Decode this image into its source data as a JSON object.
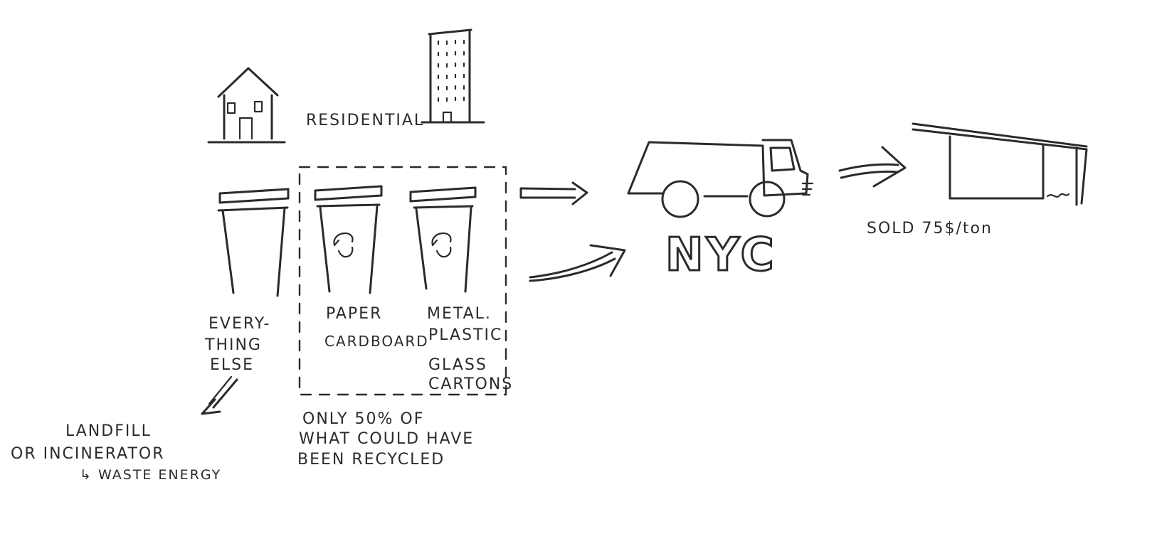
{
  "labels": {
    "residential": "RESIDENTIAL",
    "everything_else_1": "EVERY-",
    "everything_else_2": "THING",
    "everything_else_3": "ELSE",
    "paper_1": "PAPER",
    "paper_2": "CARDBOARD",
    "metal_1": "METAL.",
    "metal_2": "PLASTIC",
    "metal_3": "GLASS",
    "metal_4": "CARTONS",
    "landfill_1": "LANDFILL",
    "landfill_2": "OR  INCINERATOR",
    "landfill_3": "↳ WASTE ENERGY",
    "recycled_1": "ONLY 50% OF",
    "recycled_2": "WHAT COULD HAVE",
    "recycled_3": "BEEN RECYCLED",
    "nyc": "NYC",
    "sold": "SOLD  75$/ton"
  },
  "icons": {
    "house": "house-icon",
    "building": "apartment-building-icon",
    "trash_bin": "trash-bin-icon",
    "paper_bin": "recycling-bin-icon",
    "metal_bin": "recycling-bin-icon",
    "truck": "garbage-truck-icon",
    "facility": "recycling-facility-icon"
  },
  "colors": {
    "ink": "#2b2b2b",
    "paper": "#ffffff"
  }
}
